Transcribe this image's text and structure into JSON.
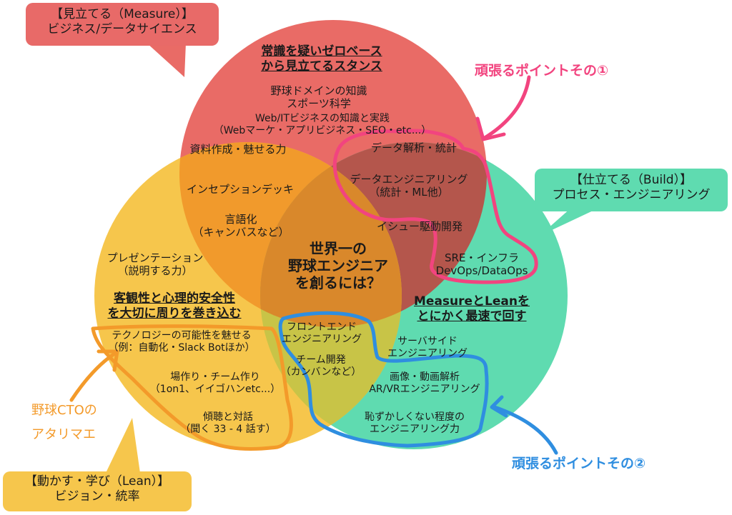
{
  "colors": {
    "measure": "#e96b66",
    "build": "#5fdbb0",
    "lean": "#f6c64c",
    "pink_highlight": "#f2447f",
    "blue_highlight": "#2f8ee0",
    "orange_highlight": "#f39a2a"
  },
  "labels": {
    "measure_box": [
      "【見立てる（Measure）】",
      "ビジネス/データサイエンス"
    ],
    "build_box": [
      "【仕立てる（Build）】",
      "プロセス・エンジニアリング"
    ],
    "lean_box": [
      "【動かす・学び（Lean）】",
      "ビジョン・統率"
    ],
    "point1": "頑張るポイントその①",
    "point2": "頑張るポイントその②",
    "cto_line1": "野球CTOの",
    "cto_line2": "アタリマエ"
  },
  "measure": {
    "heading": [
      "常識を疑いゼロベース",
      "から見立てるスタンス"
    ],
    "items": [
      [
        "野球ドメインの知識",
        "スポーツ科学"
      ],
      [
        "Web/ITビジネスの知識と実践",
        "（Webマーケ・アプリビジネス・SEO・etc...）"
      ],
      [
        "資料作成・魅せる力"
      ],
      [
        "データ解析・統計"
      ]
    ]
  },
  "measure_build": {
    "items": [
      [
        "データエンジニアリング",
        "（統計・ML他）"
      ],
      [
        "イシュー駆動開発"
      ]
    ]
  },
  "measure_lean": {
    "items": [
      [
        "インセプションデッキ"
      ],
      [
        "言語化",
        "（キャンバスなど）"
      ]
    ]
  },
  "center": [
    "世界一の",
    "野球エンジニア",
    "を創るには？"
  ],
  "lean": {
    "heading": [
      "客観性と心理的安全性",
      "を大切に周りを巻き込む"
    ],
    "items": [
      [
        "プレゼンテーション",
        "（説明する力）"
      ],
      [
        "テクノロジーの可能性を魅せる",
        "（例：自動化・Slack Botほか）"
      ],
      [
        "場作り・チーム作り",
        "（1on1、イイゴハンetc...）"
      ],
      [
        "傾聴と対話",
        "（聞く 33 - 4 話す）"
      ]
    ]
  },
  "lean_build": {
    "items": [
      [
        "フロントエンド",
        "エンジニアリング"
      ],
      [
        "チーム開発",
        "（カンバンなど）"
      ]
    ]
  },
  "build": {
    "heading": [
      "MeasureとLeanを",
      "とにかく最速で回す"
    ],
    "items": [
      [
        "SRE・インフラ",
        "DevOps/DataOps"
      ],
      [
        "サーバサイド",
        "エンジニアリング"
      ],
      [
        "画像・動画解析",
        "AR/VRエンジニアリング"
      ],
      [
        "恥ずかしくない程度の",
        "エンジニアリング力"
      ]
    ]
  }
}
